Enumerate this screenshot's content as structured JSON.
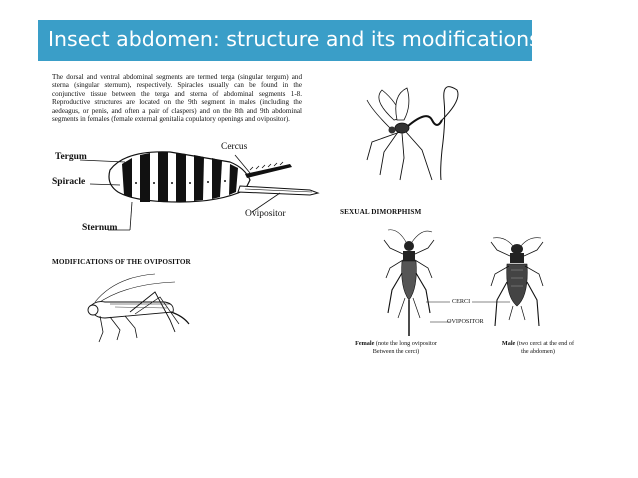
{
  "slide": {
    "title": "Insect abdomen: structure and its modifications"
  },
  "intro_paragraph": "The dorsal and ventral abdominal segments are termed terga (singular tergum) and sterna (singular sternum), respectively. Spiracles usually can be found in the conjunctive tissue between the terga and sterna of abdominal segments 1-8. Reproductive structures are located on the 9th segment in males (including the aedeagus, or penis, and often a pair of claspers) and on the 8th and 9th abdominal segments in females (female external genitalia copulatory openings and ovipositor).",
  "abdomen_diagram": {
    "labels": {
      "tergum": "Tergum",
      "spiracle": "Spiracle",
      "sternum": "Sternum",
      "cercus": "Cercus",
      "ovipositor": "Ovipositor"
    }
  },
  "sections": {
    "ovipositor_modifications": "MODIFICATIONS OF THE OVIPOSITOR",
    "sexual_dimorphism": "SEXUAL DIMORPHISM"
  },
  "dimorphism": {
    "cerci_label": "CERCI",
    "ovipositor_label": "OVIPOSITOR",
    "female_caption_bold": "Female",
    "female_caption_rest": " (note the long ovipositor",
    "female_caption_line2": "Between the cerci)",
    "male_caption_bold": "Male",
    "male_caption_rest": " (two cerci at the end of",
    "male_caption_line2": "the abdomen)"
  },
  "icons": [
    "abdomen-diagram-icon",
    "ichneumon-wasp-icon",
    "katydid-icon",
    "female-cricket-icon",
    "male-cricket-icon"
  ]
}
